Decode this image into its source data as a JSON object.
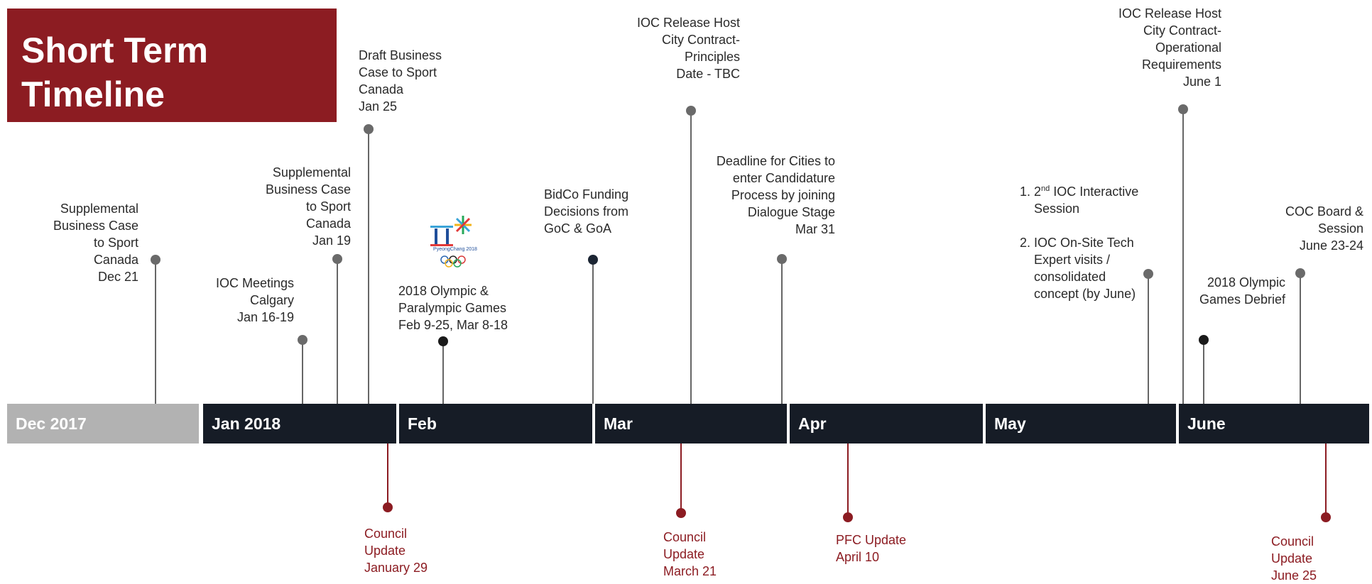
{
  "title": "Short Term\nTimeline",
  "months": [
    {
      "label": "Dec 2017",
      "style": "grey"
    },
    {
      "label": "Jan 2018",
      "style": "dark"
    },
    {
      "label": "Feb",
      "style": "dark"
    },
    {
      "label": "Mar",
      "style": "dark"
    },
    {
      "label": "Apr",
      "style": "dark"
    },
    {
      "label": "May",
      "style": "dark"
    },
    {
      "label": "June",
      "style": "dark"
    }
  ],
  "events_above": [
    {
      "id": "supp-dec21",
      "text": "Supplemental\nBusiness Case\nto Sport\nCanada\nDec 21"
    },
    {
      "id": "ioc-calgary",
      "text": "IOC Meetings\nCalgary\nJan 16-19"
    },
    {
      "id": "supp-jan19",
      "text": "Supplemental\nBusiness Case\nto Sport\nCanada\nJan 19"
    },
    {
      "id": "draft-jan25",
      "text": "Draft Business\nCase to Sport\nCanada\nJan 25"
    },
    {
      "id": "olympics-2018",
      "text": "2018 Olympic &\nParalympic Games\nFeb 9-25, Mar 8-18"
    },
    {
      "id": "bidco",
      "text": "BidCo Funding\nDecisions from\nGoC & GoA"
    },
    {
      "id": "ioc-principles",
      "text": "IOC Release Host\nCity Contract-\nPrinciples\nDate - TBC"
    },
    {
      "id": "deadline-mar31",
      "text": "Deadline for Cities to\nenter Candidature\nProcess by joining\nDialogue Stage\nMar 31"
    },
    {
      "id": "ioc-operational",
      "text": "IOC Release Host\nCity Contract-\nOperational\nRequirements\nJune 1"
    },
    {
      "id": "debrief",
      "text": "2018 Olympic\nGames Debrief"
    },
    {
      "id": "coc-board",
      "text": "COC Board &\nSession\nJune 23-24"
    }
  ],
  "interactive_list": {
    "items": [
      {
        "num": "2",
        "sup": "nd",
        "rest": " IOC Interactive Session"
      },
      {
        "text": "IOC On-Site Tech Expert visits / consolidated concept (by June)"
      }
    ]
  },
  "events_below": [
    {
      "id": "council-jan29",
      "text": "Council\nUpdate\nJanuary 29"
    },
    {
      "id": "council-mar21",
      "text": "Council\nUpdate\nMarch 21"
    },
    {
      "id": "pfc-apr10",
      "text": "PFC Update\nApril 10"
    },
    {
      "id": "council-jun25",
      "text": "Council\nUpdate\nJune 25"
    }
  ],
  "logo": {
    "text": "PyeongChang 2018"
  },
  "colors": {
    "brand_red": "#8c1c22",
    "bar_dark": "#161c26",
    "bar_grey": "#b2b2b2"
  }
}
